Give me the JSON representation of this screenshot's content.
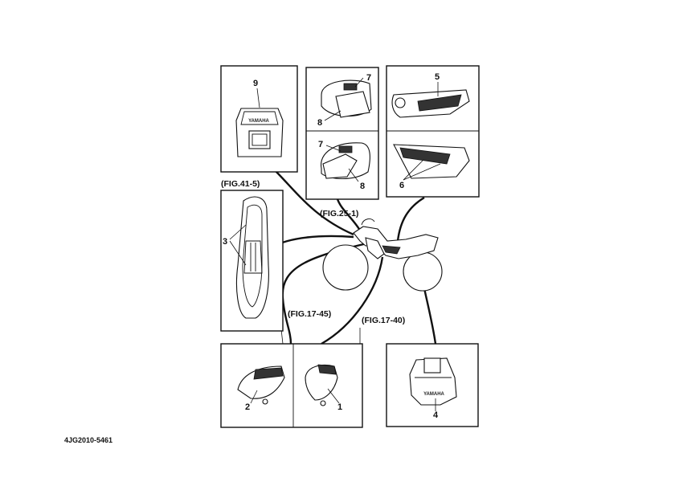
{
  "callouts": {
    "c1": "1",
    "c2": "2",
    "c3": "3",
    "c4": "4",
    "c5": "5",
    "c6": "6",
    "c7a": "7",
    "c7b": "7",
    "c8a": "8",
    "c8b": "8",
    "c9": "9"
  },
  "figure_refs": {
    "fig_41_5": "(FIG.41-5)",
    "fig_25_1": "(FIG.25-1)",
    "fig_17_45": "(FIG.17-45)",
    "fig_17_40": "(FIG.17-40)"
  },
  "brand_labels": {
    "headlight": "YAMAHA",
    "rear_fender": "YAMAHA"
  },
  "drawing_code": "4JG2010-5461"
}
